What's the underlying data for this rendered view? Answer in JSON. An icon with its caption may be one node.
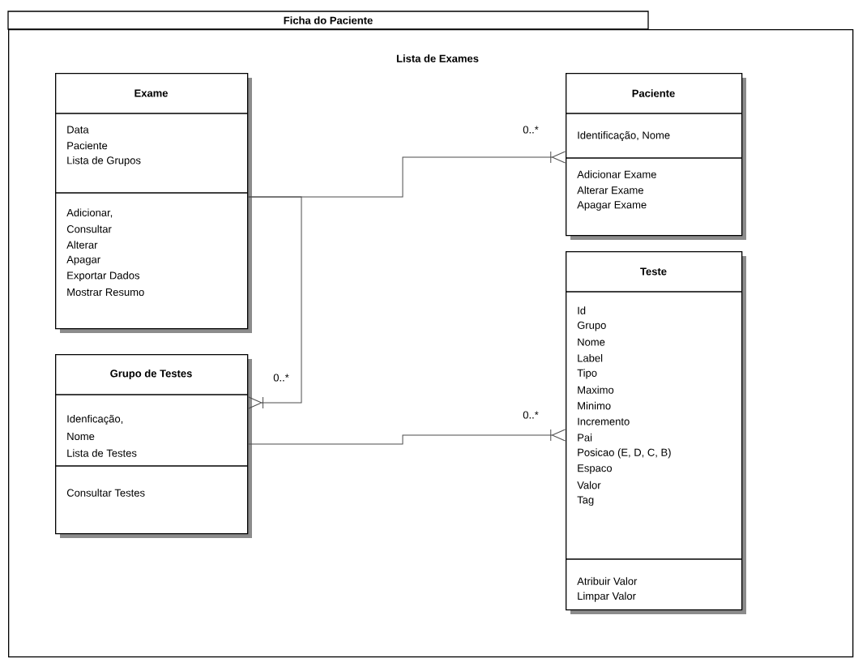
{
  "diagram": {
    "nodes": [
      {
        "text": [
          "Ficha do Paciente",
          "Lista de Exames"
        ]
      },
      {
        "text": [
          "Exame",
          "Data",
          "Paciente",
          "Lista de Grupos",
          "Adicionar,",
          "Consultar",
          "Alterar",
          "Apagar",
          "Exportar Dados",
          "Mostrar Resumo"
        ],
        "in": 0
      },
      {
        "text": [
          "Paciente",
          "Identificação, Nome",
          "Adicionar Exame",
          "Alterar Exame",
          "Apagar Exame"
        ],
        "in": 0
      },
      {
        "text": [
          "Grupo de Testes",
          "Idenficação,",
          "Nome",
          "Lista de Testes",
          "Consultar Testes"
        ],
        "in": 0
      },
      {
        "text": [
          "Teste",
          "Id",
          "Grupo",
          "Nome",
          "Label",
          "Tipo",
          "Maximo",
          "Minimo",
          "Incremento",
          "Pai",
          "Posicao (E, D, C, B)",
          "Espaco",
          "Valor",
          "Tag",
          "Atribuir Valor",
          "Limpar  Valor"
        ],
        "in": 0
      }
    ],
    "edges": [
      {
        "from": 1,
        "to": 2,
        "arrow": "other",
        "label": "0..*"
      },
      {
        "from": 1,
        "to": 3,
        "arrow": "other",
        "label": "0..*"
      },
      {
        "from": 3,
        "to": 4,
        "arrow": "other",
        "label": "0..*"
      }
    ]
  }
}
